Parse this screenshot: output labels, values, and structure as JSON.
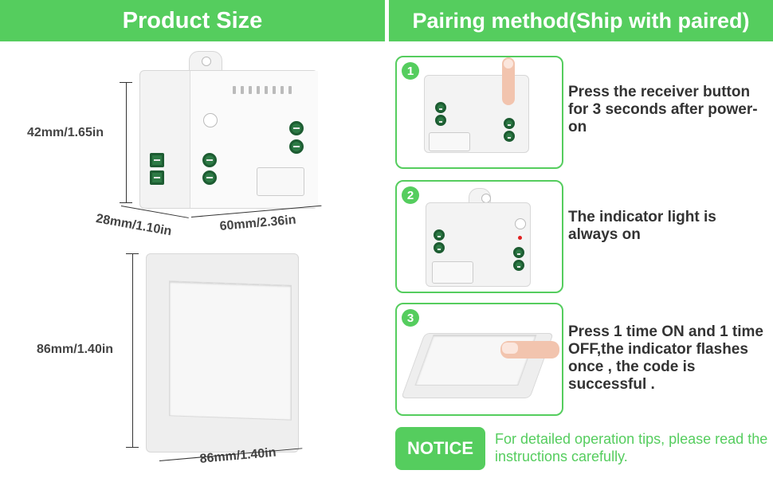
{
  "left_header": "Product Size",
  "right_header": "Pairing method(Ship with paired)",
  "dimensions": {
    "height_receiver": "42mm/1.65in",
    "depth_receiver": "28mm/1.10in",
    "width_receiver": "60mm/2.36in",
    "height_switch": "86mm/1.40in",
    "width_switch": "86mm/1.40in"
  },
  "steps": [
    {
      "number": "1",
      "text": "Press the receiver button for 3 seconds after power-on"
    },
    {
      "number": "2",
      "text": "The indicator light is always on"
    },
    {
      "number": "3",
      "text": "Press 1 time ON and 1 time OFF,the indicator flashes once , the code is successful ."
    }
  ],
  "notice": {
    "label": "NOTICE",
    "text": "For detailed operation tips, please read the instructions carefully."
  },
  "colors": {
    "accent": "#55cd5e",
    "terminal": "#2d7a45",
    "indicator": "#e02020"
  }
}
